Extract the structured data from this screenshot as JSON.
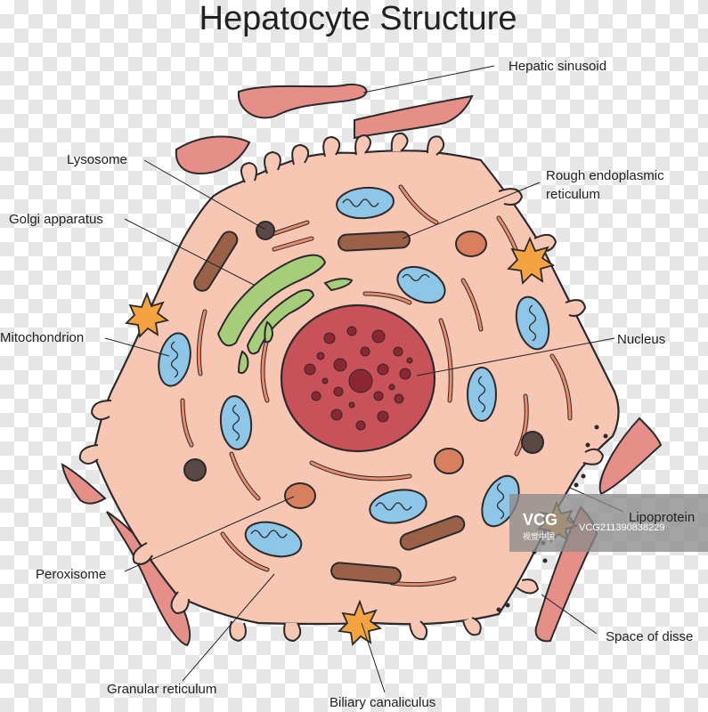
{
  "title": "Hepatocyte Structure",
  "labels": {
    "hepatic_sinusoid": "Hepatic sinusoid",
    "lysosome": "Lysosome",
    "rough_er": "Rough endoplasmic",
    "rough_er_2": "reticulum",
    "golgi": "Golgi apparatus",
    "mitochondrion": "Mitochondrion",
    "nucleus": "Nucleus",
    "lipoprotein": "Lipoprotein",
    "peroxisome": "Peroxisome",
    "space_of_disse": "Space of disse",
    "granular_reticulum": "Granular reticulum",
    "biliary_canaliculus": "Biliary canaliculus"
  },
  "watermark": {
    "brand": "VCG",
    "sub": "视觉中国",
    "id": "VCG211390838229"
  },
  "colors": {
    "cytoplasm": "#f7c7b4",
    "outline": "#2a2a2a",
    "nucleus": "#c9515a",
    "nucleus_dots": "#8c2630",
    "mitochondria": "#8dc6e6",
    "golgi": "#a6cd7a",
    "er_tube": "#e88a6e",
    "rough_er": "#9a6048",
    "sinusoid": "#e58f88"
  }
}
